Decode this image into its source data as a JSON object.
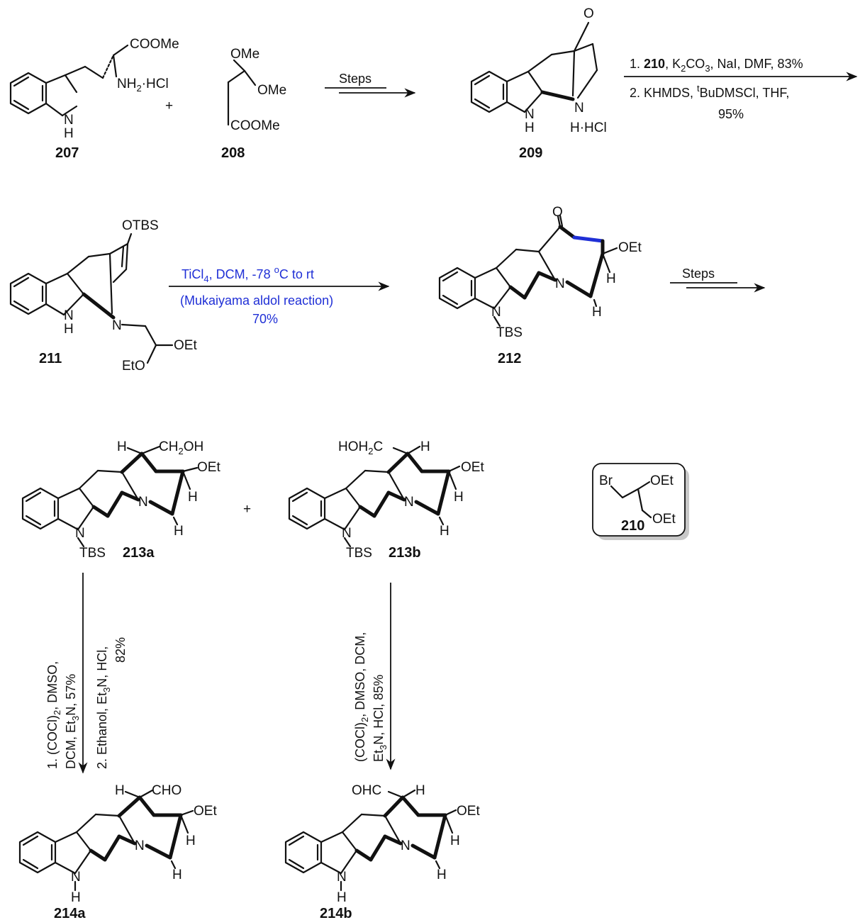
{
  "scheme": {
    "compounds": {
      "c207": {
        "number": "207",
        "labels": {
          "ester": "COOMe",
          "amine": "NH",
          "amine_sub": "2",
          "hcl": "·HCl",
          "nh": "N",
          "h": "H"
        }
      },
      "c208": {
        "number": "208",
        "labels": {
          "ome1": "OMe",
          "ome2": "OMe",
          "ester": "COOMe"
        }
      },
      "c209": {
        "number": "209",
        "labels": {
          "o": "O",
          "nh_n": "N",
          "nh_h": "H",
          "n_bridge": "N",
          "hcl": "H·HCl"
        }
      },
      "c210": {
        "number": "210",
        "labels": {
          "br": "Br",
          "oet1": "OEt",
          "oet2": "OEt"
        }
      },
      "c211": {
        "number": "211",
        "labels": {
          "otbs": "OTBS",
          "nh_n": "N",
          "nh_h": "H",
          "n": "N",
          "oet": "OEt",
          "eto": "EtO"
        }
      },
      "c212": {
        "number": "212",
        "labels": {
          "o": "O",
          "oet": "OEt",
          "h1": "H",
          "h2": "H",
          "n": "N",
          "n_indole": "N",
          "tbs": "TBS"
        }
      },
      "c213a": {
        "number": "213a",
        "labels": {
          "h": "H",
          "ch2oh": "CH",
          "ch2oh_sub": "2",
          "ch2oh_end": "OH",
          "oet": "OEt",
          "h1": "H",
          "h2": "H",
          "n": "N",
          "n_indole": "N",
          "tbs": "TBS"
        }
      },
      "c213b": {
        "number": "213b",
        "labels": {
          "hoh2c": "HOH",
          "hoh2c_sub": "2",
          "hoh2c_end": "C",
          "h": "H",
          "oet": "OEt",
          "h1": "H",
          "h2": "H",
          "n": "N",
          "n_indole": "N",
          "tbs": "TBS"
        }
      },
      "c214a": {
        "number": "214a",
        "labels": {
          "h": "H",
          "cho": "CHO",
          "oet": "OEt",
          "h1": "H",
          "h2": "H",
          "n": "N",
          "n_indole": "N",
          "nh_h": "H"
        }
      },
      "c214b": {
        "number": "214b",
        "labels": {
          "ohc": "OHC",
          "h": "H",
          "oet": "OEt",
          "h1": "H",
          "h2": "H",
          "n": "N",
          "n_indole": "N",
          "nh_h": "H"
        }
      }
    },
    "plus_signs": [
      "+",
      "+"
    ],
    "arrows": {
      "a1": {
        "label": "Steps"
      },
      "a2": {
        "line1_pre": "1. ",
        "line1_bold": "210",
        "line1_post": ", K",
        "line1_sub": "2",
        "line1_post2": "CO",
        "line1_sub2": "3",
        "line1_post3": ", NaI, DMF,  83%",
        "line2_pre": "2. KHMDS, ",
        "line2_sup": "t",
        "line2_post": "BuDMSCl, THF,",
        "line3": "95%"
      },
      "a3": {
        "line1_pre": "TiCl",
        "line1_sub": "4",
        "line1_mid": ", DCM, -78 ",
        "line1_sup": "o",
        "line1_post": "C to rt",
        "line2": "(Mukaiyama aldol reaction)",
        "line3": "70%"
      },
      "a4": {
        "label": "Steps"
      },
      "a5": {
        "line1_pre": "1. (COCl)",
        "line1_sub": "2",
        "line1_post": ", DMSO,",
        "line2_pre": "DCM, Et",
        "line2_sub": "3",
        "line2_post": "N, 57%",
        "line3_pre": "2. Ethanol, Et",
        "line3_sub": "3",
        "line3_post": "N, HCl,",
        "line4": "82%"
      },
      "a6": {
        "line1_pre": "(COCl)",
        "line1_sub": "2",
        "line1_post": ", DMSO, DCM,",
        "line2_pre": "Et",
        "line2_sub": "3",
        "line2_post": "N, HCl, 85%"
      }
    },
    "colors": {
      "ink": "#111111",
      "highlight": "#1f2fd6"
    }
  }
}
